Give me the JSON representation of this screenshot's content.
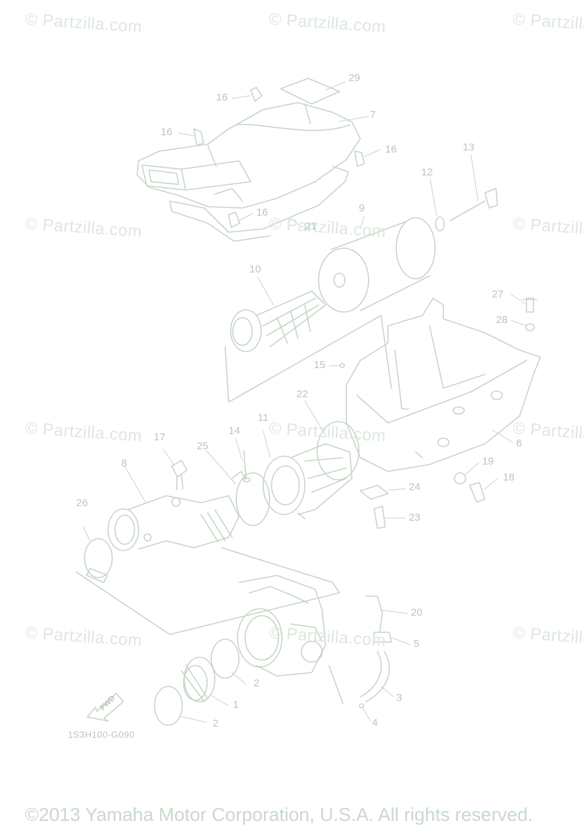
{
  "watermark": "© Partzilla.com",
  "callouts": [
    "29",
    "7",
    "16",
    "16",
    "16",
    "16",
    "13",
    "12",
    "9",
    "21",
    "10",
    "27",
    "28",
    "15",
    "22",
    "11",
    "14",
    "25",
    "17",
    "8",
    "26",
    "6",
    "19",
    "18",
    "24",
    "23",
    "20",
    "5",
    "3",
    "2",
    "1",
    "2",
    "4"
  ],
  "figure_code": "1S3H100-G090",
  "fwd_label": "FWD",
  "copyright": "©2013 Yamaha Motor Corporation, U.S.A. All rights reserved."
}
